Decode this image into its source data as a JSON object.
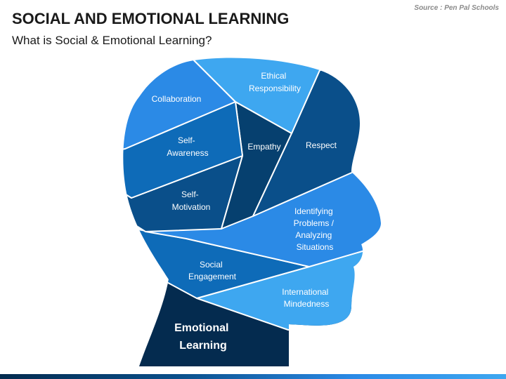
{
  "header": {
    "title": "SOCIAL AND EMOTIONAL LEARNING",
    "subtitle": "What is Social & Emotional Learning?",
    "source": "Source : Pen Pal Schools"
  },
  "diagram": {
    "core": [
      "Emotional",
      "Learning"
    ],
    "segments": {
      "collaboration": [
        "Collaboration"
      ],
      "ethical": [
        "Ethical",
        "Responsibility"
      ],
      "self_awareness": [
        "Self-",
        "Awareness"
      ],
      "empathy": [
        "Empathy"
      ],
      "respect": [
        "Respect"
      ],
      "self_motivation": [
        "Self-",
        "Motivation"
      ],
      "identifying": [
        "Identifying",
        "Problems /",
        "Analyzing",
        "Situations"
      ],
      "social": [
        "Social",
        "Engagement"
      ],
      "international": [
        "International",
        "Mindedness"
      ]
    }
  },
  "colors": {
    "light": "#3ea7f0",
    "mid": "#2b8ae6",
    "medium_dark": "#0e6bb8",
    "dark": "#0a4f8a",
    "darker": "#06406f",
    "navy": "#042b4f",
    "gap": "#ffffff"
  }
}
